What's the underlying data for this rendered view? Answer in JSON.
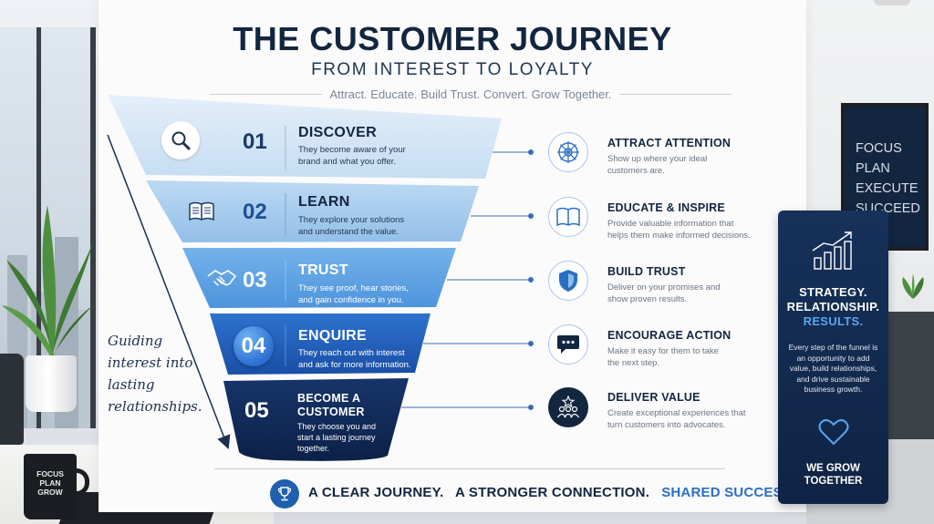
{
  "header": {
    "title": "THE CUSTOMER JOURNEY",
    "subtitle": "FROM INTEREST TO LOYALTY",
    "tagline": "Attract. Educate. Build Trust. Convert. Grow Together."
  },
  "stages": [
    {
      "num": "01",
      "name": "DISCOVER",
      "desc": "They become aware of your brand and what you offer.",
      "icon": "magnifier-icon",
      "color": "#d4e6f6"
    },
    {
      "num": "02",
      "name": "LEARN",
      "desc": "They explore your solutions and understand the value.",
      "icon": "open-book-icon",
      "color": "#a9cdee"
    },
    {
      "num": "03",
      "name": "TRUST",
      "desc": "They see proof, hear stories, and gain confidence in you.",
      "icon": "handshake-icon",
      "color": "#5fa3e3"
    },
    {
      "num": "04",
      "name": "ENQUIRE",
      "desc": "They reach out with interest and ask for more information.",
      "icon": "number-circle-icon",
      "color": "#2160bd"
    },
    {
      "num": "05",
      "name": "BECOME A CUSTOMER",
      "desc": "They choose you and start a lasting journey together.",
      "icon": "none",
      "color": "#102a52"
    }
  ],
  "actions": [
    {
      "title": "ATTRACT ATTENTION",
      "desc": "Show up where your ideal customers are.",
      "icon": "target-wheel-icon"
    },
    {
      "title": "EDUCATE & INSPIRE",
      "desc": "Provide valuable information that helps them make informed decisions.",
      "icon": "book-icon"
    },
    {
      "title": "BUILD TRUST",
      "desc": "Deliver on your promises and show proven results.",
      "icon": "shield-icon"
    },
    {
      "title": "ENCOURAGE ACTION",
      "desc": "Make it easy for them to take the next step.",
      "icon": "chat-bubble-icon"
    },
    {
      "title": "DELIVER VALUE",
      "desc": "Create exceptional experiences that turn customers into advocates.",
      "icon": "community-star-icon"
    }
  ],
  "note": "Guiding interest into lasting relationships.",
  "bottom": {
    "part1": "A CLEAR JOURNEY.",
    "part2": "A STRONGER CONNECTION.",
    "part3": "SHARED SUCCESS."
  },
  "card": {
    "head1": "STRATEGY.",
    "head2": "RELATIONSHIP.",
    "head3": "RESULTS.",
    "desc": "Every step of the funnel is an opportunity to add value, build relationships, and drive sustainable business growth.",
    "foot1": "WE GROW",
    "foot2": "TOGETHER"
  },
  "poster": {
    "lines": [
      "FOCUS",
      "PLAN",
      "EXECUTE",
      "SUCCEED"
    ]
  },
  "mug": {
    "lines": [
      "FOCUS",
      "PLAN",
      "GROW"
    ]
  },
  "colors": {
    "navy": "#12263f",
    "accent": "#2a6fc4",
    "light_accent": "#5aa7f0"
  }
}
